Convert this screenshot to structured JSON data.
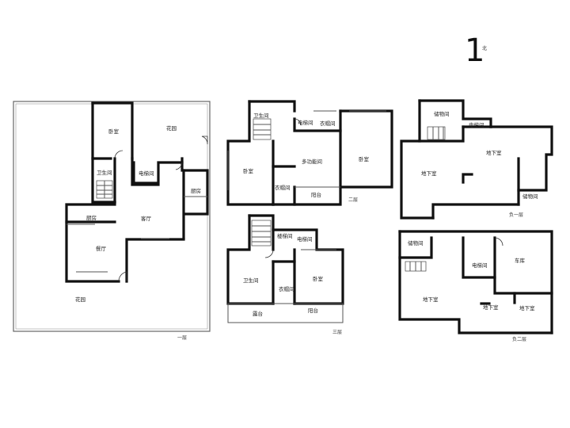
{
  "compass": {
    "numeral": "1",
    "north": "北"
  },
  "floors": {
    "f1": {
      "label": "一层",
      "rooms": {
        "bedroom": "卧室",
        "garden_top": "花园",
        "bathroom": "卫生间",
        "elevator": "电梯间",
        "kitchen_right": "厨房",
        "kitchen_left": "厨房",
        "living": "客厅",
        "dining": "餐厅",
        "garden_bottom": "花园"
      }
    },
    "f2": {
      "label": "二层",
      "rooms": {
        "bathroom": "卫生间",
        "elevator": "电梯间",
        "closet_top": "衣帽间",
        "bedroom_left": "卧室",
        "multi": "多功能间",
        "bedroom_right": "卧室",
        "closet_bottom": "衣帽间",
        "balcony": "阳台"
      }
    },
    "f3": {
      "label": "三层",
      "rooms": {
        "stairwell": "楼梯间",
        "elevator": "电梯间",
        "bathroom": "卫生间",
        "bedroom": "卧室",
        "closet": "衣帽间",
        "terrace": "露台",
        "balcony": "阳台"
      }
    },
    "b1": {
      "label": "负一层",
      "rooms": {
        "storage_top": "储物间",
        "elevator": "电梯间",
        "basement_right": "地下室",
        "basement_left": "地下室",
        "storage_bottom": "储物间"
      }
    },
    "b2": {
      "label": "负二层",
      "rooms": {
        "storage": "储物间",
        "elevator": "电梯间",
        "garage": "车库",
        "basement_left": "地下室",
        "basement_mid": "地下室",
        "basement_right": "地下室"
      }
    }
  }
}
